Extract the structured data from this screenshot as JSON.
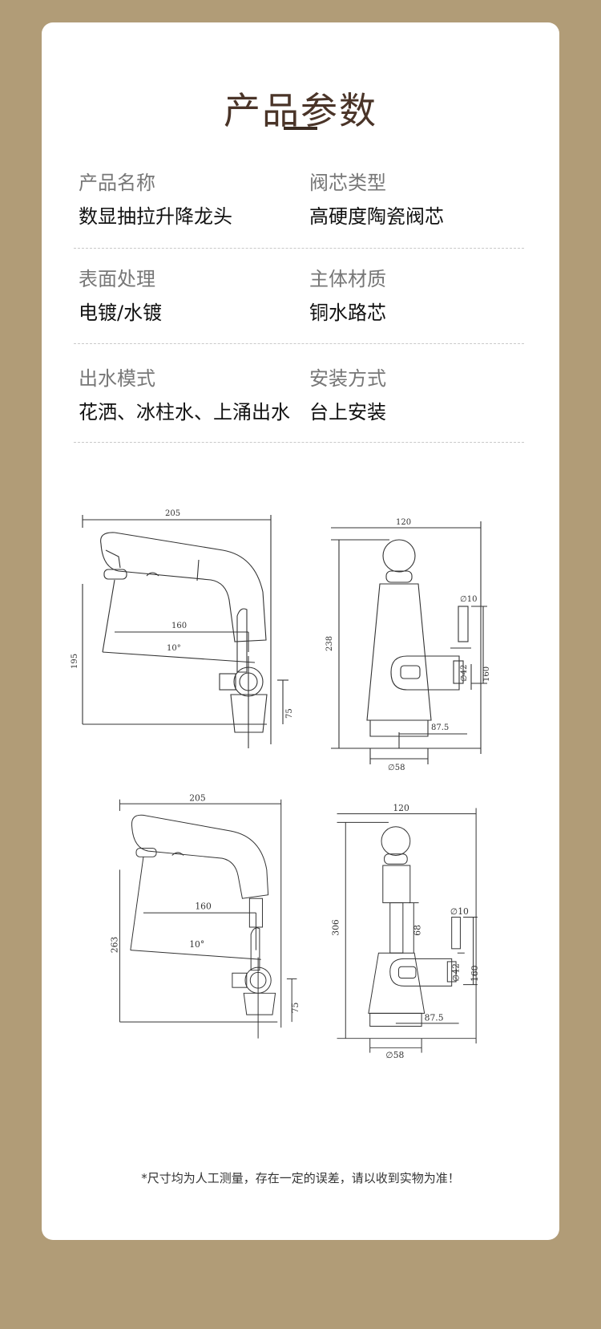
{
  "header": {
    "title": "产品参数"
  },
  "specs": [
    {
      "label": "产品名称",
      "value": "数显抽拉升降龙头"
    },
    {
      "label": "阀芯类型",
      "value": "高硬度陶瓷阀芯"
    },
    {
      "label": "表面处理",
      "value": "电镀/水镀"
    },
    {
      "label": "主体材质",
      "value": "铜水路芯"
    },
    {
      "label": "出水模式",
      "value": "花洒、冰柱水、上涌出水"
    },
    {
      "label": "安装方式",
      "value": "台上安装"
    }
  ],
  "drawing1": {
    "width_label": "205",
    "reach_label": "160",
    "angle_label": "10°",
    "height_label": "195",
    "base_label": "75",
    "side_width_label": "120",
    "side_height_label": "238",
    "hose_label": "∅10",
    "handle_label": "∅42",
    "handle_h_label": "160",
    "offset_label": "87.5",
    "base_dia_label": "∅58"
  },
  "drawing2": {
    "width_label": "205",
    "reach_label": "160",
    "angle_label": "10°",
    "height_label": "263",
    "base_label": "75",
    "side_width_label": "120",
    "side_height_label": "306",
    "lift_label": "68",
    "hose_label": "∅10",
    "handle_label": "∅42",
    "handle_h_label": "160",
    "offset_label": "87.5",
    "base_dia_label": "∅58"
  },
  "footer": {
    "note": "*尺寸均为人工测量，存在一定的误差，请以收到实物为准！"
  }
}
